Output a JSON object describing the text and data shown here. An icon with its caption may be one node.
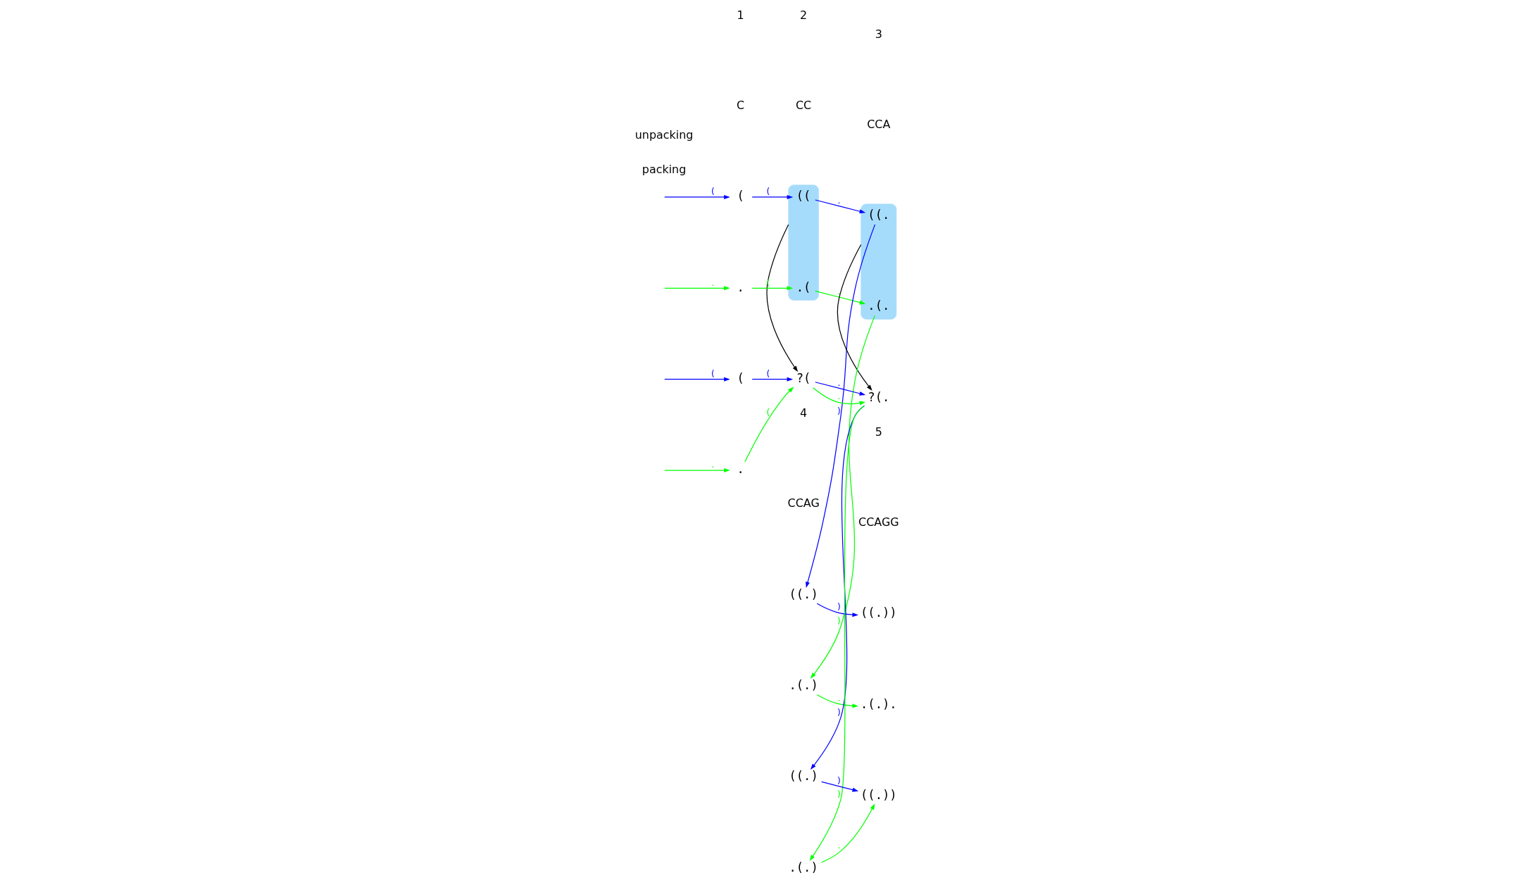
{
  "diagram": {
    "nodes": [
      {
        "text": [
          "("
        ]
      },
      {
        "text": [],
        "shape": "box"
      },
      {
        "text": [
          "(("
        ],
        "in": 1
      },
      {
        "text": [],
        "shape": "box"
      },
      {
        "text": [
          "((."
        ],
        "in": 3
      },
      {
        "text": [
          "((.)"
        ]
      },
      {
        "text": [
          "((.))"
        ]
      },
      {
        "text": [
          "."
        ]
      },
      {
        "text": [
          ".("
        ],
        "in": 1
      },
      {
        "text": [
          ".(."
        ],
        "in": 3
      },
      {
        "text": [
          ".(.)"
        ]
      },
      {
        "text": [
          ".(.)."
        ]
      },
      {
        "text": [
          "("
        ]
      },
      {
        "text": [
          "?("
        ]
      },
      {
        "text": [
          "?(."
        ]
      },
      {
        "text": [
          "((.)"
        ]
      },
      {
        "text": [
          "((.))"
        ]
      },
      {
        "text": [
          "."
        ]
      },
      {
        "text": [
          ".(.)"
        ]
      }
    ],
    "edges": [
      {
        "from": null,
        "to": 0,
        "arrow": "to",
        "label": "(",
        "color": "#0000ff"
      },
      {
        "from": null,
        "to": 7,
        "arrow": "to",
        "label": ".",
        "color": "#00ff00"
      },
      {
        "from": 0,
        "to": 2,
        "arrow": "to",
        "label": "(",
        "color": "#0000ff"
      },
      {
        "from": 7,
        "to": 8,
        "arrow": "to",
        "label": "(",
        "color": "#00ff00"
      },
      {
        "from": 2,
        "to": 4,
        "arrow": "to",
        "label": ".",
        "color": "#0000ff"
      },
      {
        "from": 8,
        "to": 9,
        "arrow": "to",
        "label": ".",
        "color": "#00ff00"
      },
      {
        "from": 4,
        "to": 5,
        "arrow": "to",
        "label": ")",
        "color": "#0000ff"
      },
      {
        "from": 9,
        "to": 10,
        "arrow": "to",
        "label": ")",
        "color": "#00ff00"
      },
      {
        "from": 5,
        "to": 6,
        "arrow": "to",
        "label": ")",
        "color": "#0000ff"
      },
      {
        "from": 10,
        "to": 11,
        "arrow": "to",
        "label": ".",
        "color": "#00ff00"
      },
      {
        "from": 1,
        "to": 13,
        "arrow": "to",
        "color": "#000000"
      },
      {
        "from": 3,
        "to": 14,
        "arrow": "to",
        "color": "#000000"
      },
      {
        "from": null,
        "to": 12,
        "arrow": "to",
        "label": "(",
        "color": "#0000ff"
      },
      {
        "from": null,
        "to": 17,
        "arrow": "to",
        "label": ".",
        "color": "#00ff00"
      },
      {
        "from": 12,
        "to": 13,
        "arrow": "to",
        "label": "(",
        "color": "#0000ff"
      },
      {
        "from": 17,
        "to": 13,
        "arrow": "to",
        "label": "(",
        "color": "#00ff00"
      },
      {
        "from": 13,
        "to": 14,
        "arrow": "to",
        "label": ".",
        "color": "#0000ff"
      },
      {
        "from": 13,
        "to": 14,
        "arrow": "to",
        "label": ".",
        "color": "#00ff00"
      },
      {
        "from": 14,
        "to": 15,
        "arrow": "to",
        "label": ")",
        "color": "#0000ff"
      },
      {
        "from": 14,
        "to": 18,
        "arrow": "to",
        "label": ")",
        "color": "#00ff00"
      },
      {
        "from": 15,
        "to": 16,
        "arrow": "to",
        "label": ")",
        "color": "#0000ff"
      },
      {
        "from": 18,
        "to": 16,
        "arrow": "to",
        "label": ".",
        "color": "#00ff00"
      }
    ],
    "labels": [
      "1",
      "2",
      "3",
      "4",
      "5",
      "C",
      "CC",
      "CCA",
      "CCAG",
      "CCAGG",
      "packing",
      "unpacking"
    ]
  }
}
